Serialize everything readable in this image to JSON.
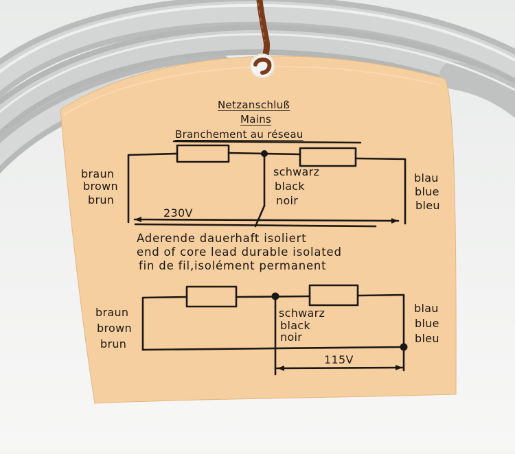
{
  "tag": {
    "color": "#f6cfa0",
    "title_lines": [
      "Netzanschluß",
      "Mains",
      "Branchement au réseau"
    ],
    "left_wire": [
      "braun",
      "brown",
      "brun"
    ],
    "middle_wire": [
      "schwarz",
      "black",
      "noir"
    ],
    "right_wire": [
      "blau",
      "blue",
      "bleu"
    ],
    "voltage_upper": "230V",
    "voltage_lower": "115V",
    "note_lines": [
      "Aderende dauerhaft isoliert",
      "end of core lead durable isolated",
      "fin de fil,isolément permanent"
    ]
  },
  "cable_color": "#c9cccb",
  "string_color": "#7a3a1c"
}
